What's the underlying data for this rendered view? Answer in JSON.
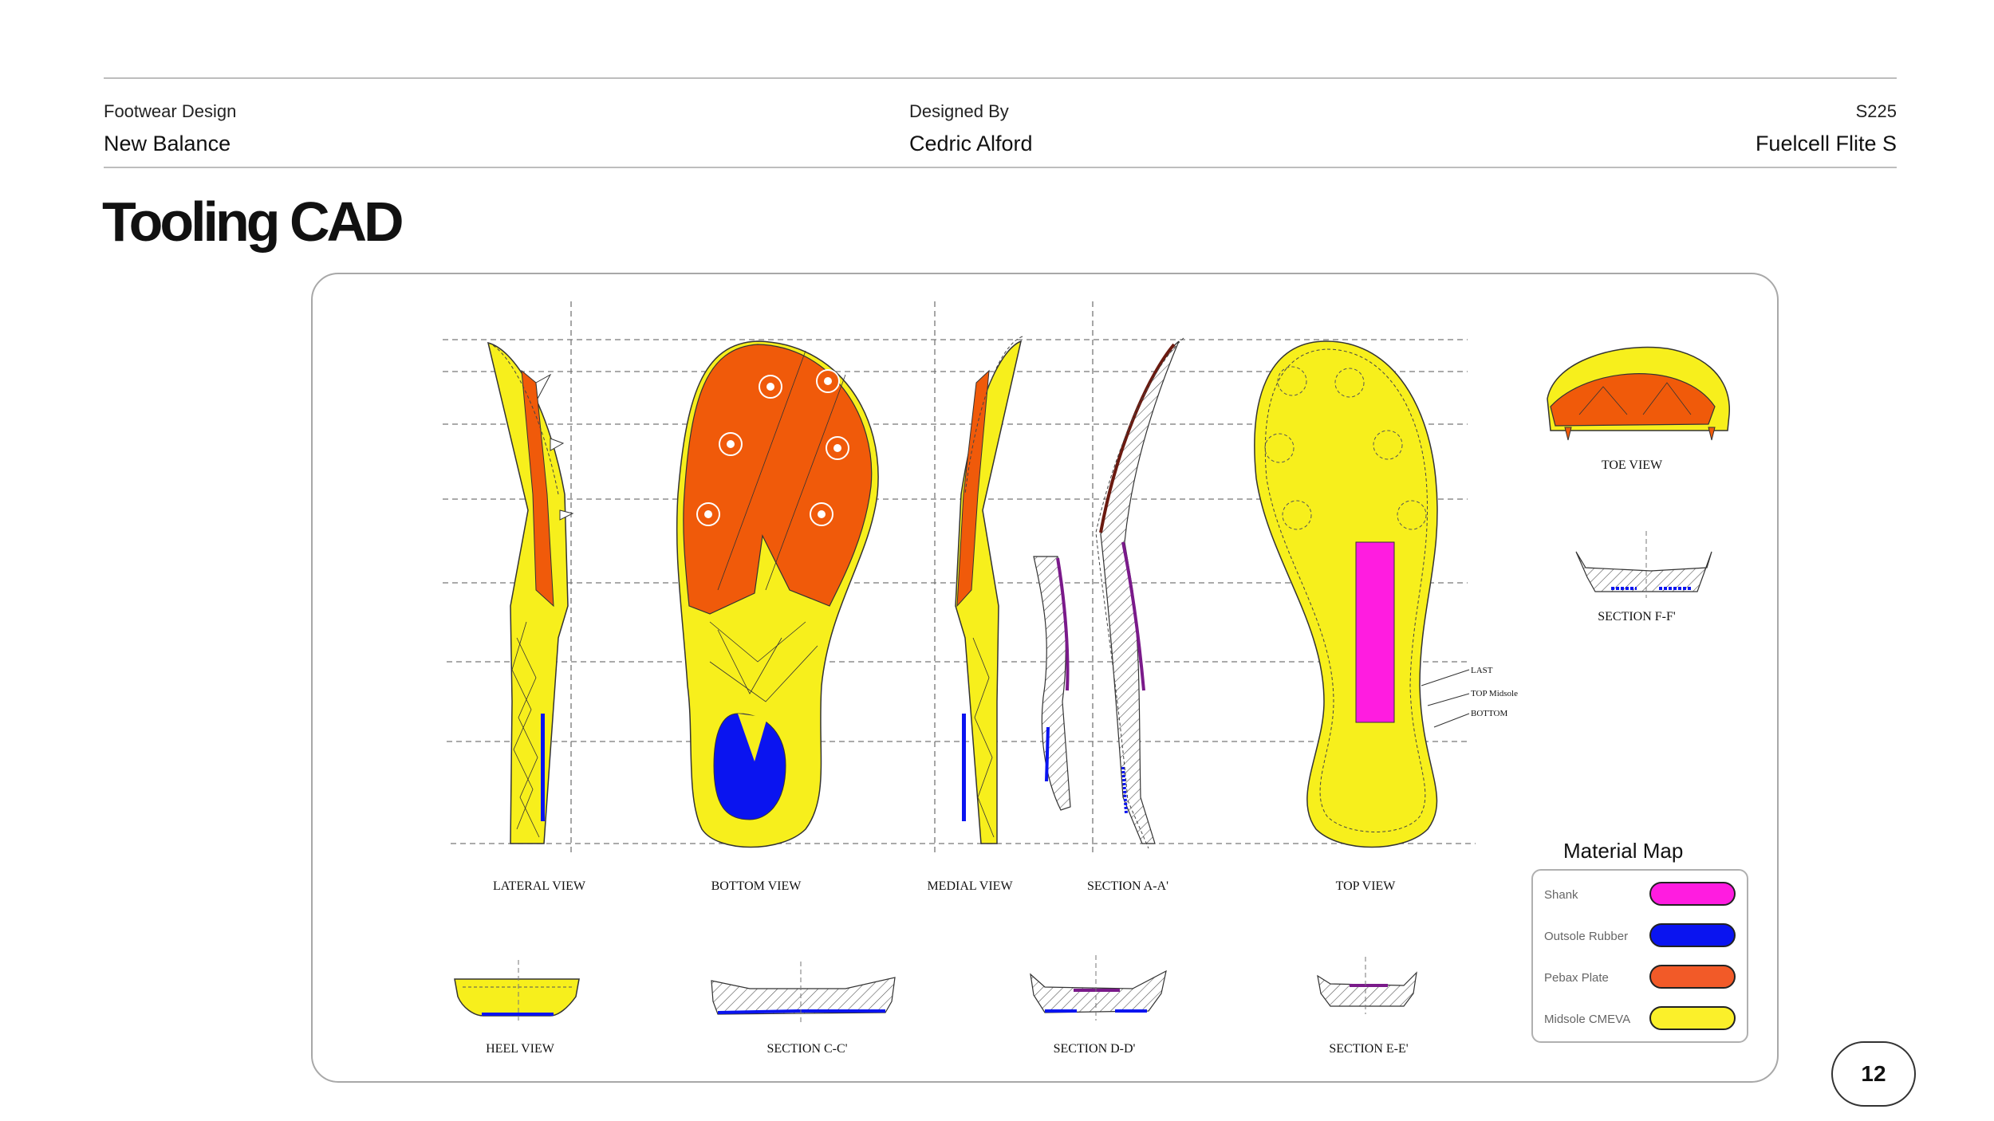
{
  "header": {
    "left_key": "Footwear Design",
    "left_value": "New Balance",
    "center_key": "Designed By",
    "center_value": "Cedric Alford",
    "right_key": "S225",
    "right_value": "Fuelcell Flite S"
  },
  "page_title": "Tooling CAD",
  "views": {
    "lateral": "LATERAL VIEW",
    "bottom": "BOTTOM VIEW",
    "medial": "MEDIAL VIEW",
    "section_aa": "SECTION A-A'",
    "top": "TOP VIEW",
    "toe": "TOE VIEW",
    "section_ff": "SECTION F-F'",
    "heel": "HEEL VIEW",
    "section_cc": "SECTION C-C'",
    "section_dd": "SECTION D-D'",
    "section_ee": "SECTION E-E'"
  },
  "callouts": {
    "last": "LAST",
    "top_midsole": "TOP Midsole",
    "bottom": "BOTTOM"
  },
  "material_map": {
    "title": "Material Map",
    "items": [
      {
        "name": "Shank",
        "color": "#ff1ce0"
      },
      {
        "name": "Outsole Rubber",
        "color": "#0a14f0"
      },
      {
        "name": "Pebax Plate",
        "color": "#f25a28"
      },
      {
        "name": "Midsole CMEVA",
        "color": "#fbf02a"
      }
    ]
  },
  "page_number": "12",
  "colors": {
    "midsole": "#f7ef1c",
    "plate": "#f05a0a",
    "outsole": "#0a14f0",
    "shank": "#ff1ce0",
    "section_line": "#7a1a8a"
  }
}
